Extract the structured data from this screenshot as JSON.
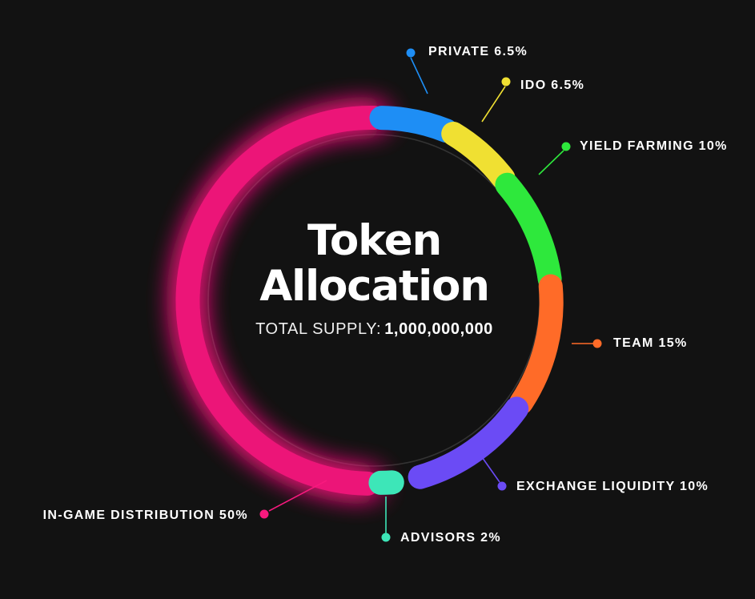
{
  "background_color": "#121212",
  "center": {
    "title_line_1": "Token",
    "title_line_2": "Allocation",
    "supply_label": "TOTAL SUPPLY:",
    "supply_value": "1,000,000,000"
  },
  "labels": {
    "private": "PRIVATE 6.5%",
    "ido": "IDO 6.5%",
    "yield_farming": "YIELD FARMING 10%",
    "team": "TEAM 15%",
    "exchange_liquidity": "EXCHANGE LIQUIDITY 10%",
    "advisors": "ADVISORS 2%",
    "in_game": "IN-GAME DISTRIBUTION 50%"
  },
  "chart_data": {
    "type": "pie",
    "title": "Token Allocation",
    "subtitle": "TOTAL SUPPLY: 1,000,000,000",
    "total_supply": "1,000,000,000",
    "donut": true,
    "inner_radius_ratio": 0.88,
    "legend_position": "callouts",
    "grid": false,
    "categories": [
      "IN-GAME DISTRIBUTION",
      "PRIVATE",
      "IDO",
      "YIELD FARMING",
      "TEAM",
      "EXCHANGE LIQUIDITY",
      "ADVISORS"
    ],
    "values": [
      50,
      6.5,
      6.5,
      10,
      15,
      10,
      2
    ],
    "value_unit": "%",
    "slices": [
      {
        "name": "IN-GAME DISTRIBUTION",
        "value": 50,
        "label": "IN-GAME DISTRIBUTION 50%",
        "color": "#F8197E",
        "glow": true
      },
      {
        "name": "PRIVATE",
        "value": 6.5,
        "label": "PRIVATE 6.5%",
        "color": "#1E8EF5",
        "glow": false
      },
      {
        "name": "IDO",
        "value": 6.5,
        "label": "IDO 6.5%",
        "color": "#F0E032",
        "glow": false
      },
      {
        "name": "YIELD FARMING",
        "value": 10,
        "label": "YIELD FARMING 10%",
        "color": "#2EE83C",
        "glow": false
      },
      {
        "name": "TEAM",
        "value": 15,
        "label": "TEAM 15%",
        "color": "#FF6B28",
        "glow": false
      },
      {
        "name": "EXCHANGE LIQUIDITY",
        "value": 10,
        "label": "EXCHANGE LIQUIDITY 10%",
        "color": "#6B4BF5",
        "glow": false
      },
      {
        "name": "ADVISORS",
        "value": 2,
        "label": "ADVISORS 2%",
        "color": "#3DE6B8",
        "glow": false
      }
    ]
  }
}
